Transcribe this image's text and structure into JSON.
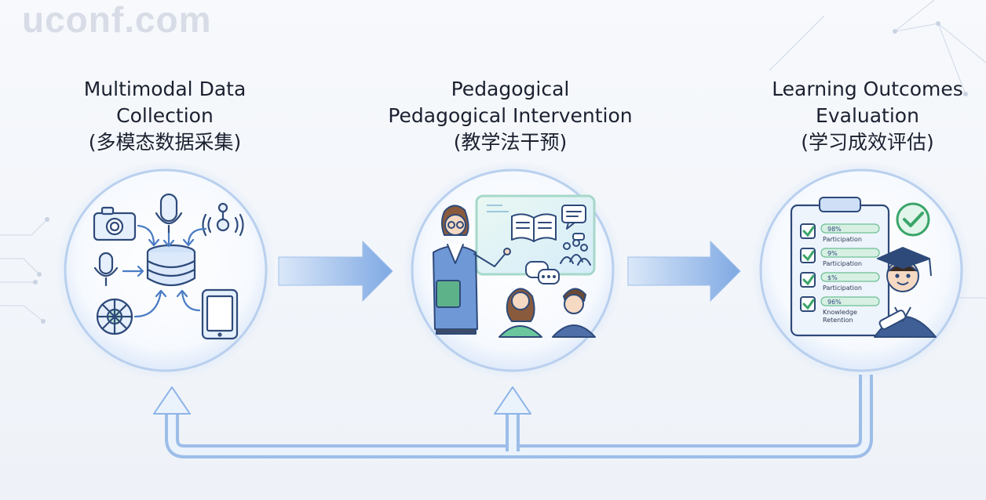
{
  "watermark": "uconf.com",
  "stages": [
    {
      "lines": [
        "Multimodal Data",
        "Collection",
        "(多模态数据采集)"
      ]
    },
    {
      "lines": [
        "Pedagogical",
        "Pedagogical Intervention",
        "(教学法干预)"
      ]
    },
    {
      "lines": [
        "Learning Outcomes",
        "Evaluation",
        "(学习成效评估)"
      ]
    }
  ],
  "checklist": [
    {
      "value": "98%",
      "label": "Participation"
    },
    {
      "value": "9%",
      "label": "Participation"
    },
    {
      "value": "$%",
      "label": "Participation"
    },
    {
      "value": "96%",
      "label": "Knowledge",
      "label2": "Retention"
    }
  ],
  "colors": {
    "accent": "#5b8fd6",
    "arrow": "#8db4e8",
    "ring": "#b9d0ee",
    "green": "#3aa56a"
  }
}
